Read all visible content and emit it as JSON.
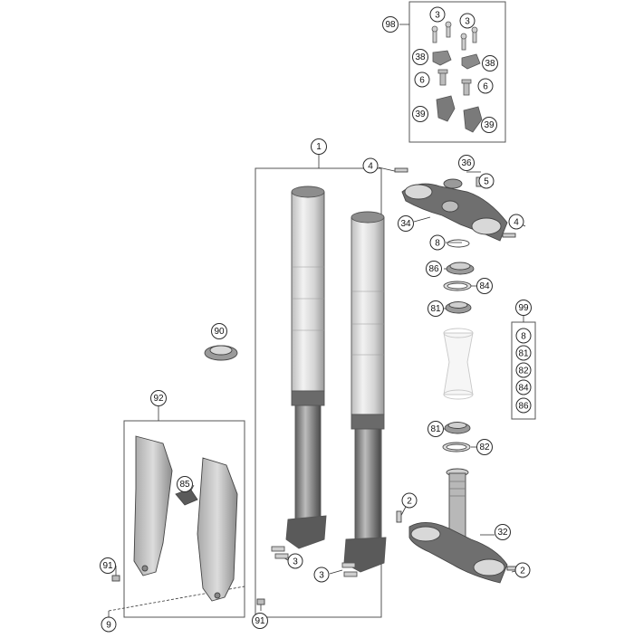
{
  "diagram": {
    "callouts": {
      "c98": "98",
      "c3a": "3",
      "c3b": "3",
      "c38a": "38",
      "c38b": "38",
      "c6a": "6",
      "c6b": "6",
      "c39a": "39",
      "c39b": "39",
      "c1": "1",
      "c4a": "4",
      "c36": "36",
      "c5": "5",
      "c34": "34",
      "c4b": "4",
      "c8": "8",
      "c86": "86",
      "c84": "84",
      "c81": "81",
      "c99": "99",
      "k8": "8",
      "k81": "81",
      "k82": "82",
      "k84": "84",
      "k86": "86",
      "c90": "90",
      "c92": "92",
      "c85": "85",
      "c81b": "81",
      "c82b": "82",
      "c2a": "2",
      "c32": "32",
      "c2b": "2",
      "c3c": "3",
      "c3d": "3",
      "c91a": "91",
      "c91b": "91",
      "c9": "9"
    }
  }
}
